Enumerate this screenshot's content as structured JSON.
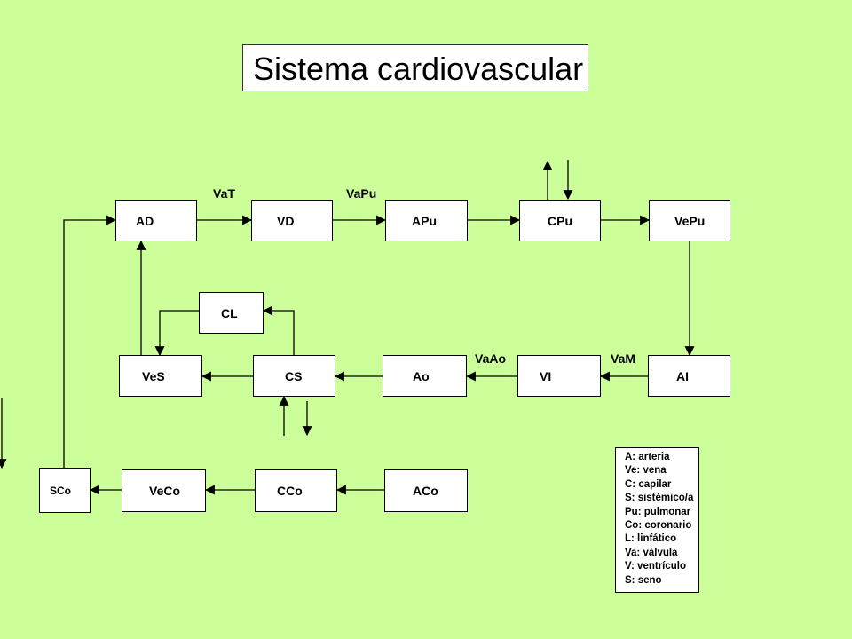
{
  "title": "Sistema cardiovascular",
  "nodes": {
    "AD": "AD",
    "VD": "VD",
    "APu": "APu",
    "CPu": "CPu",
    "VePu": "VePu",
    "CL": "CL",
    "VeS": "VeS",
    "CS": "CS",
    "Ao": "Ao",
    "VI": "VI",
    "AI": "AI",
    "SCo": "SCo",
    "VeCo": "VeCo",
    "CCo": "CCo",
    "ACo": "ACo"
  },
  "valves": {
    "VaT": "VaT",
    "VaPu": "VaPu",
    "VaAo": "VaAo",
    "VaM": "VaM"
  },
  "legend": [
    "A: arteria",
    "Ve: vena",
    "C: capilar",
    "S: sistémico/a",
    "Pu: pulmonar",
    "Co: coronario",
    "L: linfático",
    "Va: válvula",
    "V: ventrículo",
    "S: seno"
  ],
  "colors": {
    "background": "#ccff99",
    "box": "#ffffff",
    "line": "#000000"
  }
}
